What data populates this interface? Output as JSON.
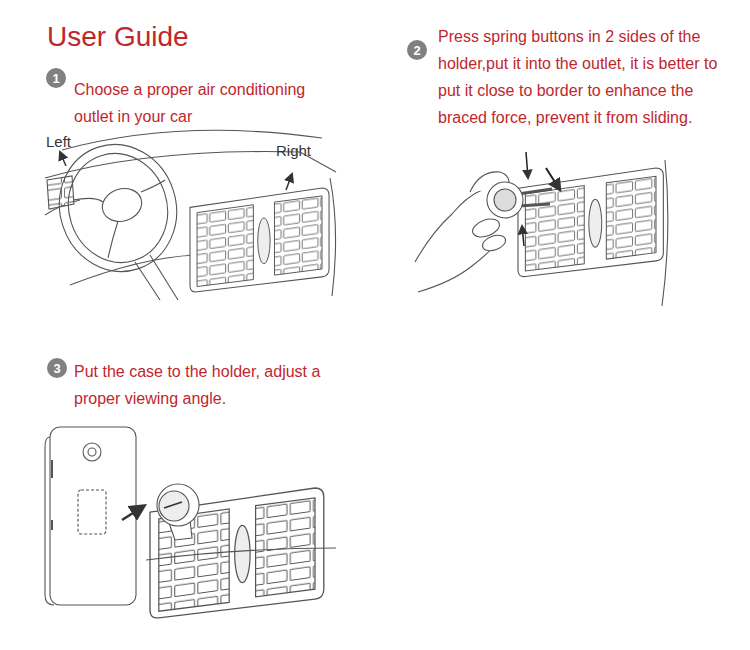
{
  "diagram": {
    "title": "User Guide",
    "nodes": [
      {
        "text": [
          "1"
        ]
      },
      {
        "text": [
          "2"
        ]
      },
      {
        "text": [
          "3"
        ]
      }
    ],
    "labels": [
      "Choose a proper air conditioning outlet in your car",
      "Left",
      "Right",
      "Press spring buttons in 2 sides of the holder,put it into the outlet, it is better to put it close to border to enhance the braced force, prevent it from sliding.",
      "Put the case to the holder, adjust a proper viewing angle."
    ]
  }
}
